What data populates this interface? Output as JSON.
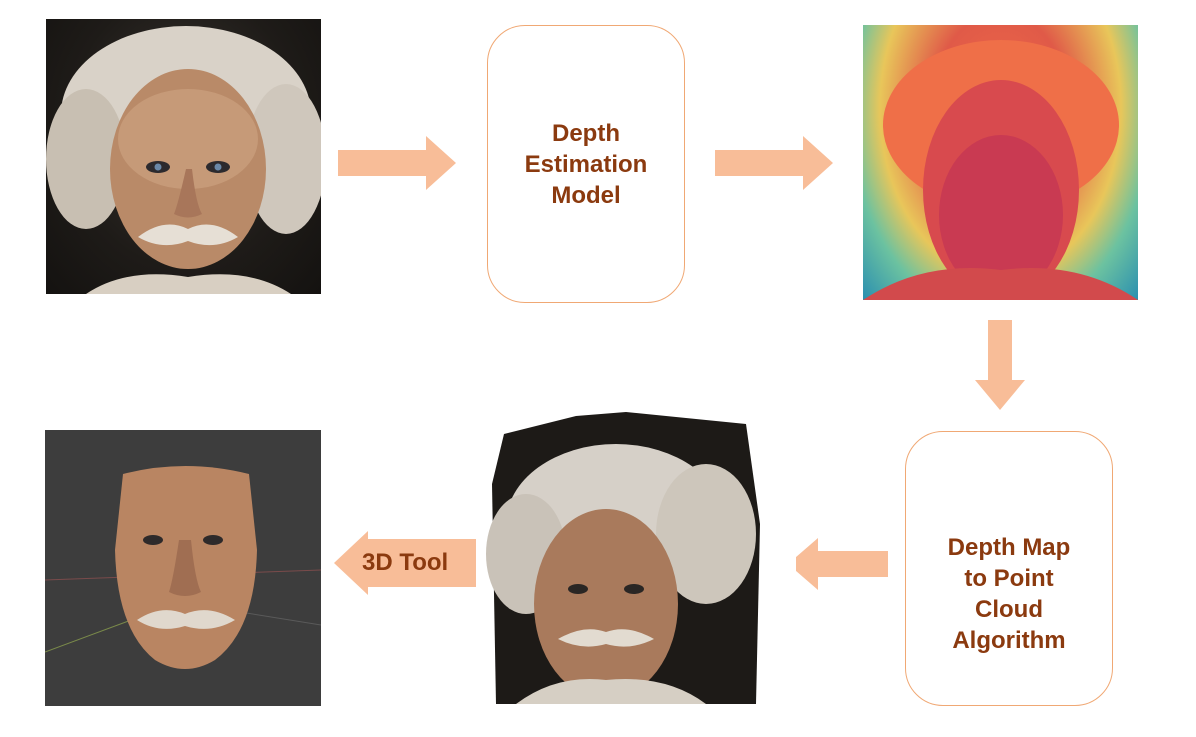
{
  "steps": {
    "depth_model": "Depth\nEstimation\nModel",
    "pointcloud_algo": "Depth Map\nto Point\nCloud\nAlgorithm",
    "tool_label": "3D Tool"
  },
  "images": {
    "input": "portrait-image",
    "depth": "depth-map-image",
    "cloud": "point-cloud-image",
    "mesh": "3d-mesh-render-image"
  },
  "colors": {
    "arrow": "#f8bd98",
    "box_border": "#f0a874",
    "text": "#8b3a0f"
  }
}
